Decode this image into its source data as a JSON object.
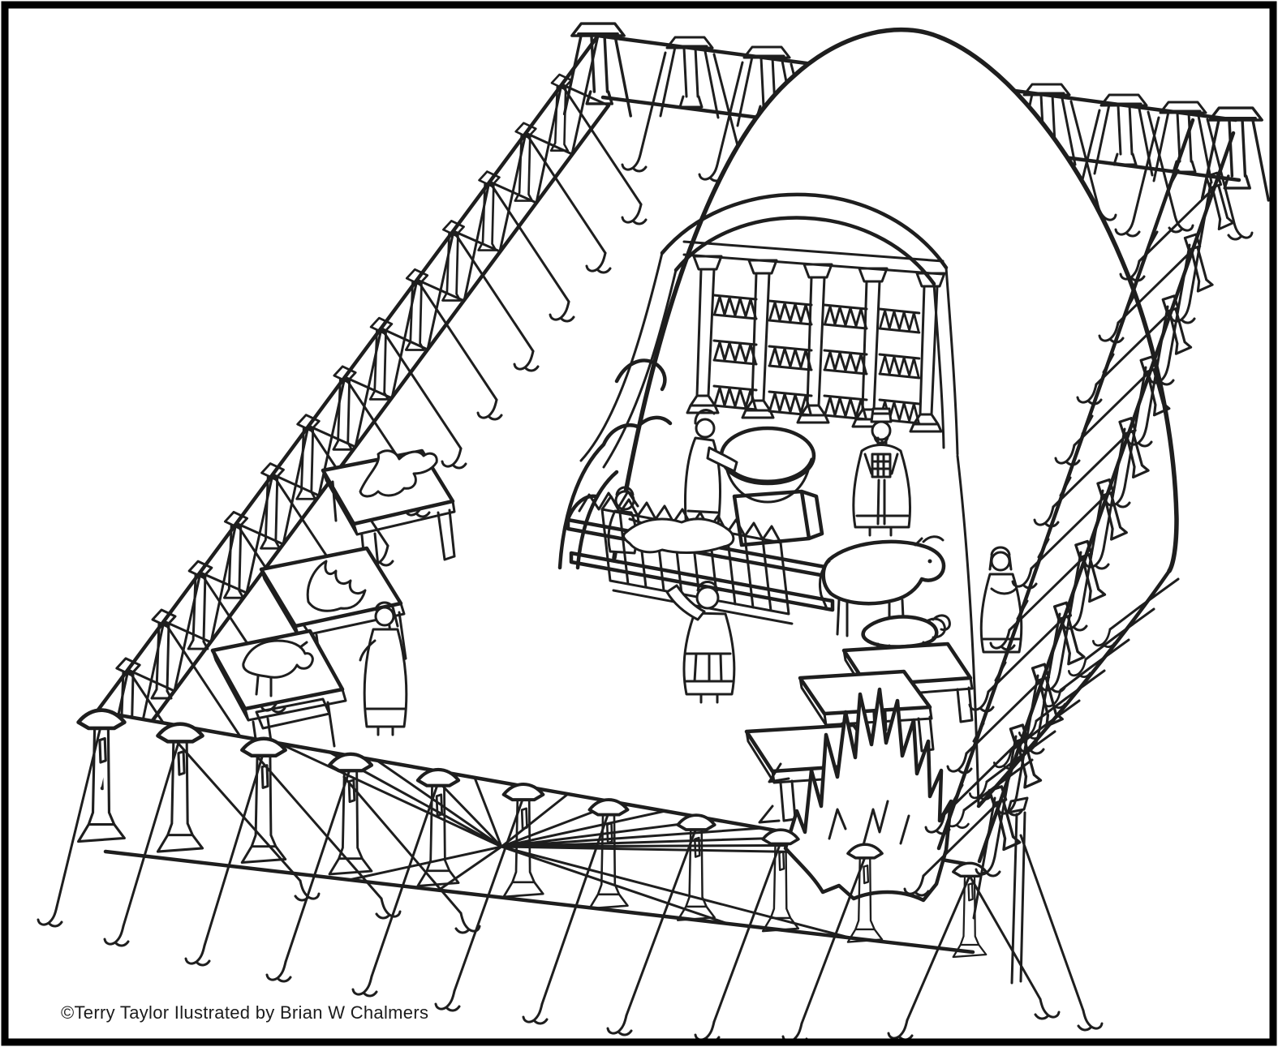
{
  "page": {
    "background": "#ffffff",
    "frame_color": "#000000",
    "ink_color": "#1e1e1e"
  },
  "caption": {
    "text": "©Terry Taylor   Ilustrated by Brian W Chalmers"
  },
  "scene": {
    "title": "Tabernacle and courtyard coloring-page illustration",
    "style": "black-and-white line art, bird's-eye perspective",
    "elements": [
      {
        "id": "page-frame",
        "label": "black border around the page"
      },
      {
        "id": "fence-left-wall",
        "label": "courtyard fence, northwest side, posts with crossed lattice ropes"
      },
      {
        "id": "fence-top-wall",
        "label": "courtyard fence, north side, posts with A-frame braces and guy ropes"
      },
      {
        "id": "fence-right-wall",
        "label": "courtyard fence, northeast side, posts with many guy ropes and tent pegs"
      },
      {
        "id": "fence-front-wall",
        "label": "courtyard fence, south side, curtain with sunburst gate screen and roped posts"
      },
      {
        "id": "tabernacle-tent",
        "label": "domed tent of meeting with draped covering"
      },
      {
        "id": "tent-entrance",
        "label": "entrance with five pillars and three rows of zigzag lattice panels"
      },
      {
        "id": "tent-peg-fringe",
        "label": "tent hem with pleats, ropes and pegs on the right side"
      },
      {
        "id": "rocks",
        "label": "rocks at the left base of the tent"
      },
      {
        "id": "bronze-laver",
        "label": "large wash basin on a square stand"
      },
      {
        "id": "washing-priest",
        "label": "priest washing at the laver"
      },
      {
        "id": "high-priest",
        "label": "high priest with turban, beard and breastplate"
      },
      {
        "id": "altar-of-burnt-offering",
        "label": "slatted altar with carrying poles borne by two priests"
      },
      {
        "id": "bull",
        "label": "bull standing near the tables"
      },
      {
        "id": "ram",
        "label": "ram standing beside the bull"
      },
      {
        "id": "attending-priest",
        "label": "priest standing by the animals"
      },
      {
        "id": "offering-tables-left",
        "label": "three tables with offering carcasses along the left fence"
      },
      {
        "id": "calf",
        "label": "calf standing on the lowest left table"
      },
      {
        "id": "table-priest-left",
        "label": "priest beside the left tables"
      },
      {
        "id": "altar-tables-right",
        "label": "three tables beside the altar fire"
      },
      {
        "id": "altar-fire",
        "label": "large jagged flame rising behind the tables"
      }
    ]
  }
}
